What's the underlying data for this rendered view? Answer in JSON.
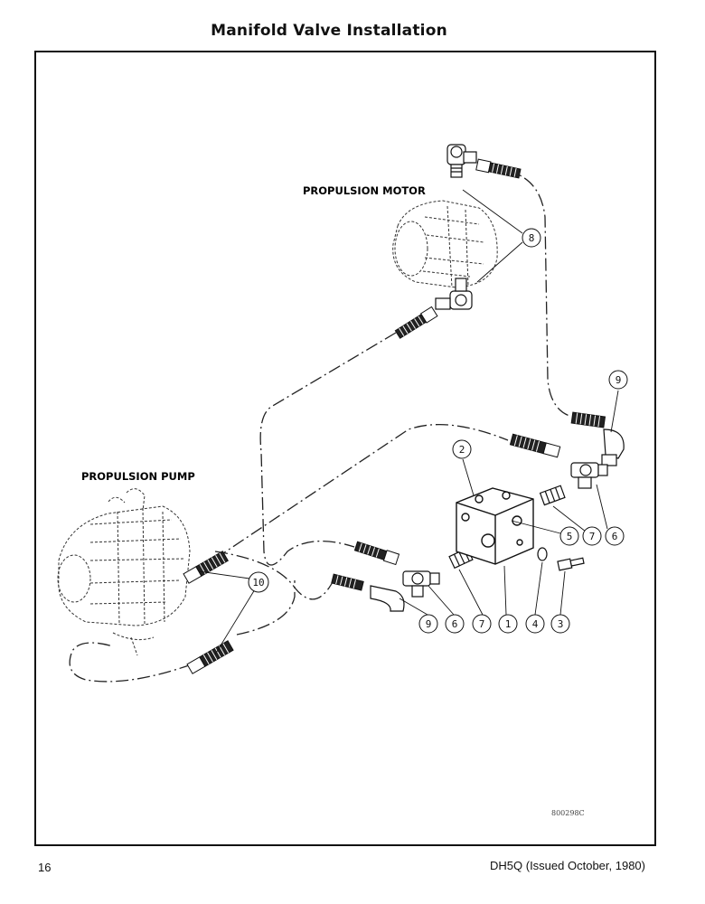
{
  "page": {
    "title": "Manifold Valve Installation",
    "page_number": "16",
    "doc_id": "DH5Q (Issued October, 1980)"
  },
  "diagram": {
    "labels": {
      "propulsion_motor": "PROPULSION MOTOR",
      "propulsion_pump": "PROPULSION PUMP"
    },
    "drawing_code": "800298C",
    "callouts": {
      "c1": "1",
      "c2": "2",
      "c3": "3",
      "c4": "4",
      "c5": "5",
      "c6a": "6",
      "c6b": "6",
      "c7a": "7",
      "c7b": "7",
      "c8": "8",
      "c9a": "9",
      "c9b": "9",
      "c10": "10"
    }
  }
}
